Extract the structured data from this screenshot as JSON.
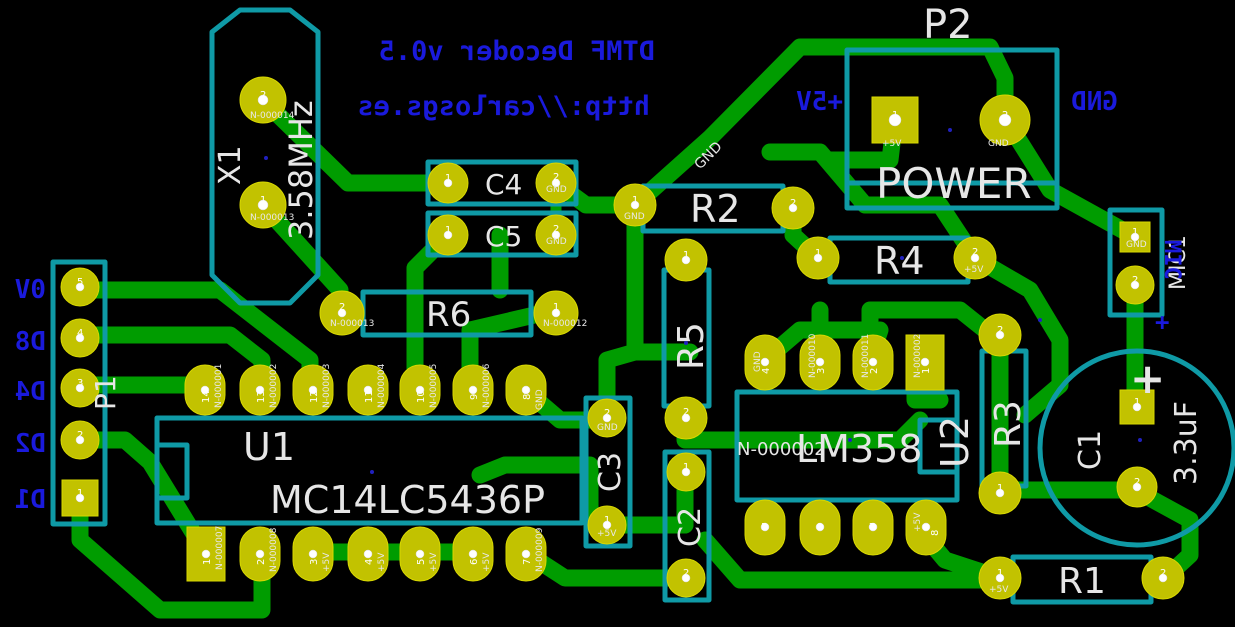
{
  "board_text": {
    "title_mirrored": "DTMF Decoder v0.5",
    "url_mirrored": "http://carlosgs.es",
    "plus5v_label": "+5V",
    "gnd_label": "GND",
    "mic_label_mirrored": "MIC",
    "mic_plus": "+"
  },
  "p1_labels": [
    "0V",
    "D8",
    "D4",
    "D2",
    "D1"
  ],
  "components": {
    "x1_ref": "X1",
    "x1_value": "3.58MHz",
    "p2_ref": "P2",
    "p2_value": "POWER",
    "p1_ref": "P1",
    "c4_ref": "C4",
    "c5_ref": "C5",
    "r6_ref": "R6",
    "r2_ref": "R2",
    "r4_ref": "R4",
    "r5_ref": "R5",
    "r3_ref": "R3",
    "r1_ref": "R1",
    "c3_ref": "C3",
    "c2_ref": "C2",
    "c1_ref": "C1",
    "c1_value": "3.3uF",
    "c1_plus": "+",
    "u1_ref": "U1",
    "u1_value": "MC14LC5436P",
    "u2_ref": "U2",
    "u2_value": "LM358",
    "u2_net": "N-000002",
    "mic1_ref": "MIC1",
    "track_gnd": "GND"
  },
  "pad_nums": {
    "one": "1",
    "two": "2",
    "three": "3",
    "four": "4",
    "five": "5",
    "six": "6",
    "seven": "7",
    "eight": "8",
    "nine": "9",
    "ten": "10",
    "eleven": "11",
    "twelve": "12",
    "thirteen": "13",
    "fourteen": "14"
  },
  "pad_nets": {
    "gnd": "GND",
    "plus5v": "+5V",
    "n01": "N-000001",
    "n02": "N-000002",
    "n03": "N-000003",
    "n04": "N-000004",
    "n05": "N-000005",
    "n06": "N-000006",
    "n07": "N-000007",
    "n08": "N-000008",
    "n09": "N-000009",
    "n10": "N-000010",
    "n11": "N-000011",
    "n12": "N-000012",
    "n13": "N-000013",
    "n14": "N-000014"
  },
  "colors": {
    "background": "#000000",
    "copper": "#009c00",
    "silkscreen": "#0f9aa6",
    "pad": "#c2c200",
    "board_text": "#1a1adc"
  }
}
